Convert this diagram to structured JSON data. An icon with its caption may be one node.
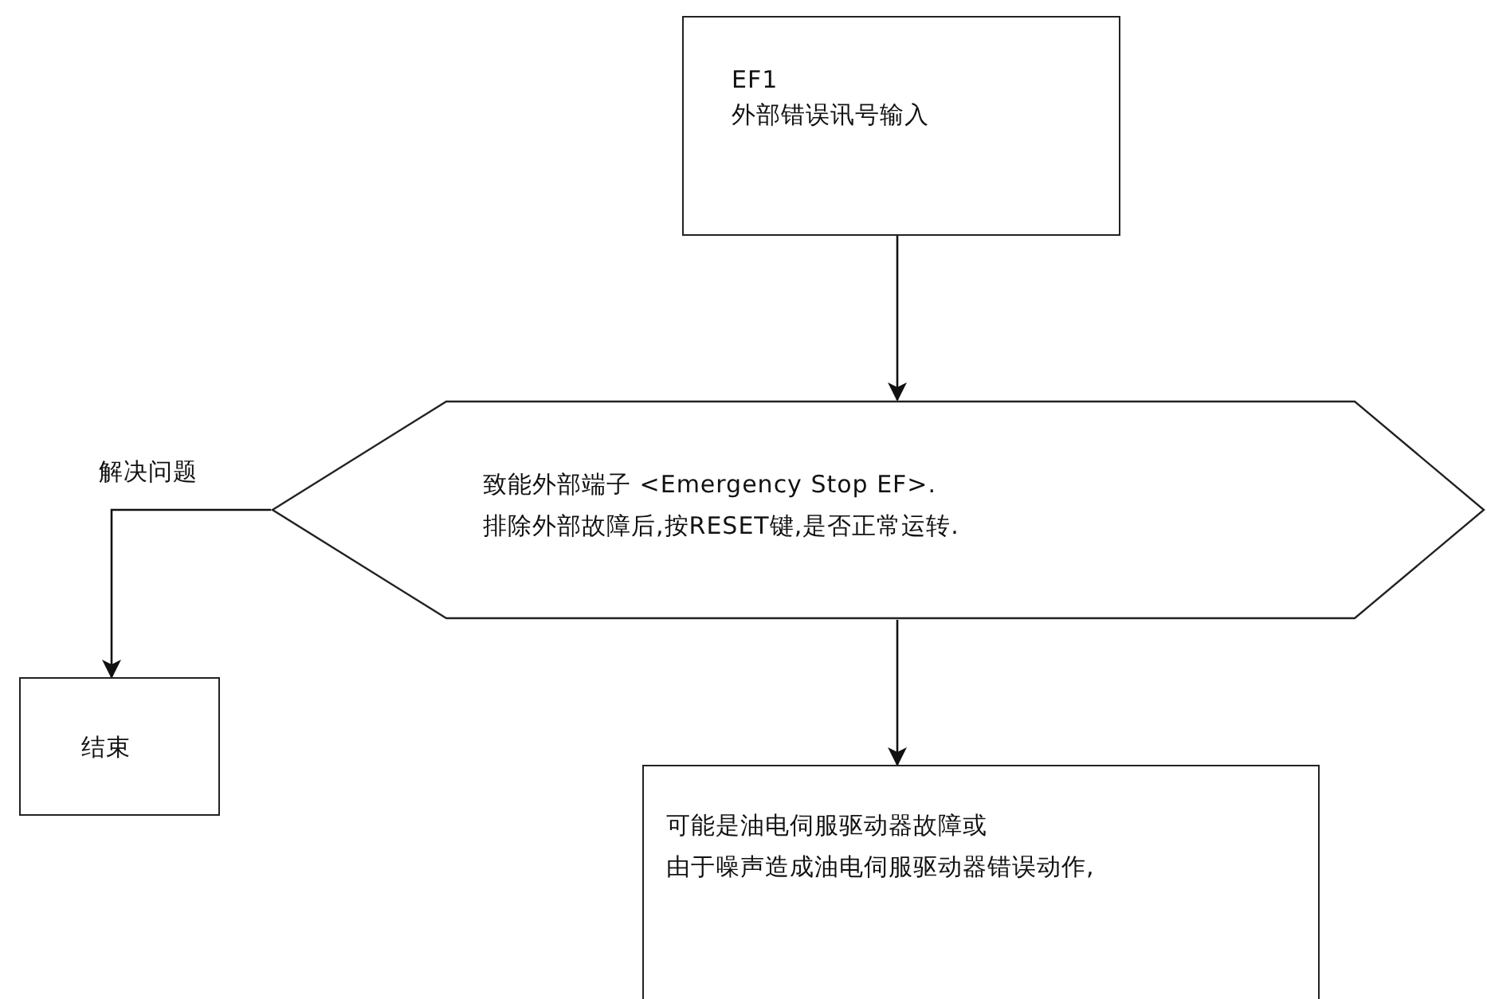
{
  "diagram": {
    "nodes": [
      {
        "text": [
          "EF1",
          "外部错误讯号输入"
        ]
      },
      {
        "text": [
          "致能外部端子 <Emergency Stop EF>.",
          "排除外部故障后,按RESET键,是否正常运转."
        ]
      },
      {
        "text": [
          "结束"
        ]
      },
      {
        "text": [
          "可能是油电伺服驱动器故障或",
          "由于噪声造成油电伺服驱动器错误动作,"
        ]
      }
    ],
    "edges": [
      {
        "from": 0,
        "to": 1,
        "arrow": "to"
      },
      {
        "from": 1,
        "to": 2,
        "arrow": "to",
        "label": "解决问题"
      },
      {
        "from": 1,
        "to": 3,
        "arrow": "to"
      }
    ]
  }
}
